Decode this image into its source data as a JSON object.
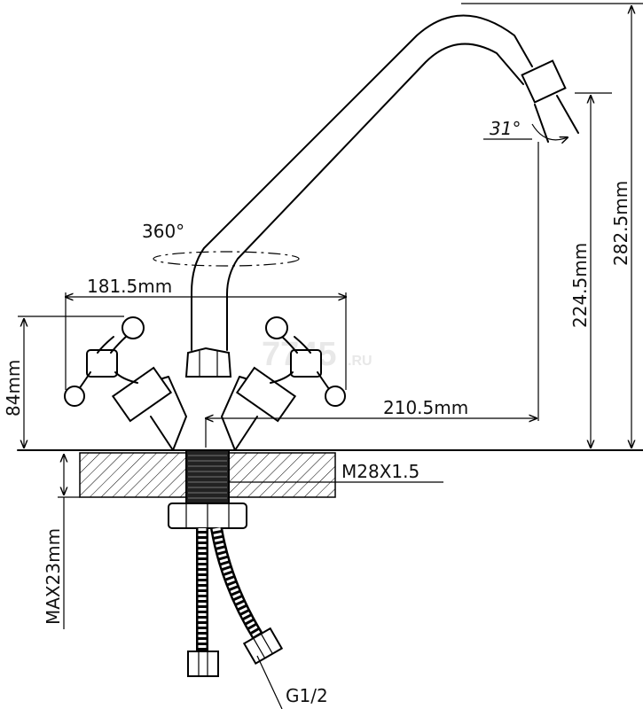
{
  "diagram": {
    "labels": {
      "swivel": "360°",
      "spout_angle": "31°",
      "handle_span": "181.5mm",
      "spout_reach": "210.5mm",
      "base_height": "84mm",
      "spout_height": "224.5mm",
      "total_height": "282.5mm",
      "mount_thread": "M28X1.5",
      "max_counter": "MAX23mm",
      "hose_thread": "G1/2"
    },
    "watermark": {
      "digits": "7745",
      "suffix": ".RU"
    }
  }
}
